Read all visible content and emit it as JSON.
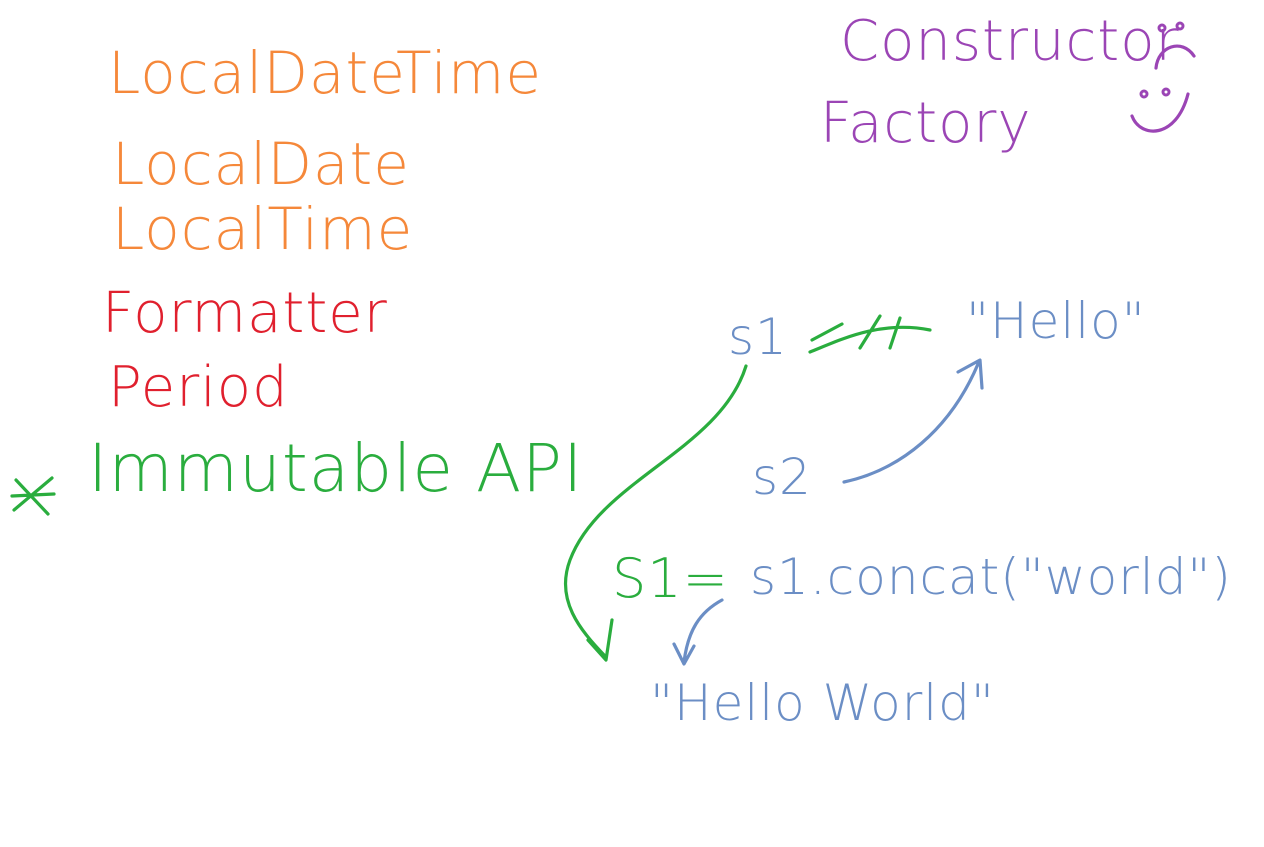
{
  "colors": {
    "orange": "#f5883a",
    "red": "#e0202e",
    "green": "#2aad3e",
    "purple": "#9b45b5",
    "blue": "#6b8ec5"
  },
  "date_time_classes": [
    "LocalDateTime",
    "LocalDate",
    "LocalTime"
  ],
  "other_classes": [
    "Formatter",
    "Period"
  ],
  "immutable_note": "Immutable API",
  "creation_methods": [
    "Constructor",
    "Factory"
  ],
  "example": {
    "ref_one": "s1",
    "ref_two": "s2",
    "first_value": "\"Hello\"",
    "assignment_lhs": "S1=",
    "assignment_rhs": "s1.concat(\"world\")",
    "result_value": "\"Hello World\""
  },
  "icons": [
    "asterisk-icon",
    "sad-face-icon",
    "happy-face-icon",
    "arrow-icon",
    "strike-icon"
  ]
}
